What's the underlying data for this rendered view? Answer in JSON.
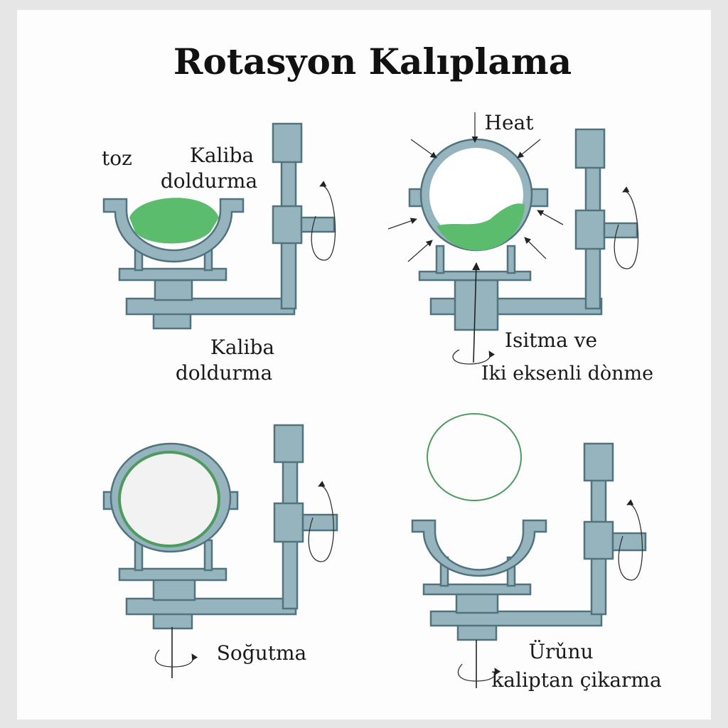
{
  "title": "Rotasyon Kalıplama",
  "colors": {
    "metal": "#95b4be",
    "metal_stroke": "#50737f",
    "powder": "#5cbc6e",
    "product_outline": "#4f9a5e",
    "background": "#fdfdfd"
  },
  "steps": [
    {
      "id": "fill",
      "labels": {
        "powder": "toz",
        "top_line1": "Kaliba",
        "top_line2": "doldurma",
        "caption_line1": "Kaliba",
        "caption_line2": "doldurma"
      }
    },
    {
      "id": "heat",
      "labels": {
        "heat": "Heat",
        "caption_line1": "Isitma ve",
        "caption_line2": "Iki eksenli dònme"
      }
    },
    {
      "id": "cool",
      "labels": {
        "caption": "Soğutma"
      }
    },
    {
      "id": "remove",
      "labels": {
        "caption_line1": "Ürǔnu",
        "caption_line2": "kaliptan çikarma"
      }
    }
  ]
}
